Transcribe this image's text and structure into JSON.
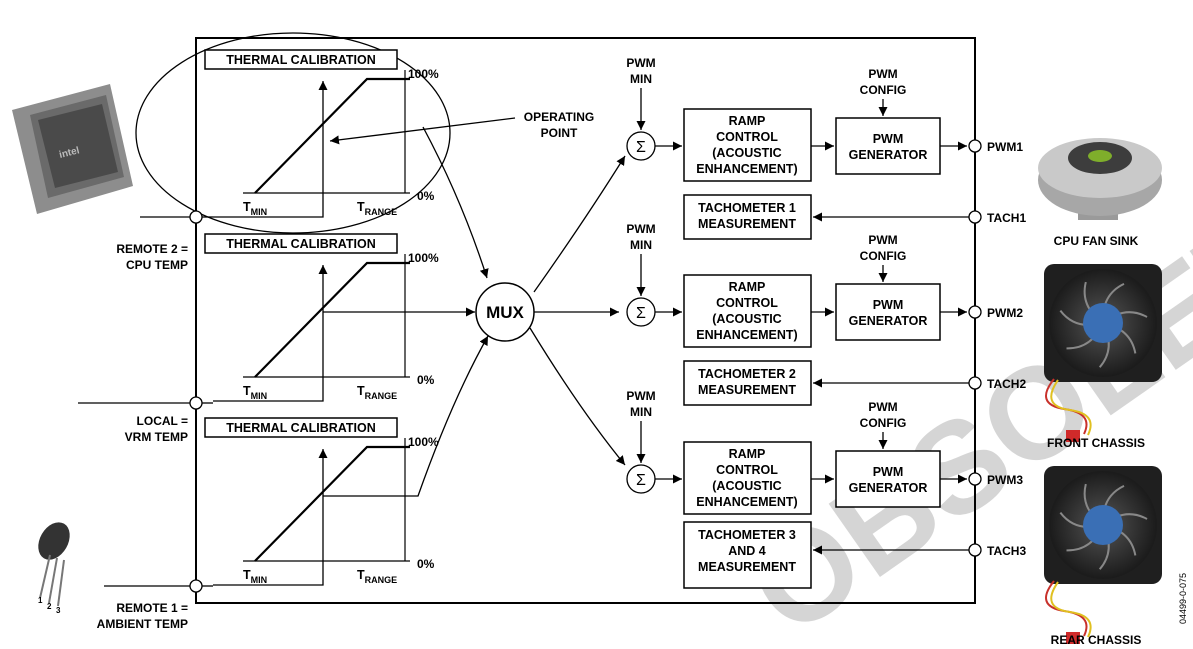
{
  "inputs": {
    "remote2": [
      "REMOTE 2 =",
      "CPU TEMP"
    ],
    "local": [
      "LOCAL =",
      "VRM TEMP"
    ],
    "remote1": [
      "REMOTE 1 =",
      "AMBIENT TEMP"
    ]
  },
  "thermal_calibration": {
    "title": "THERMAL CALIBRATION",
    "y_max": "100%",
    "y_min": "0%",
    "tmin": "T",
    "tmin_sub": "MIN",
    "trange": "T",
    "trange_sub": "RANGE"
  },
  "operating_point": [
    "OPERATING",
    "POINT"
  ],
  "mux": "MUX",
  "pwm_min": [
    "PWM",
    "MIN"
  ],
  "pwm_config": [
    "PWM",
    "CONFIG"
  ],
  "sum_symbol": "Σ",
  "ramp_control": [
    "RAMP",
    "CONTROL",
    "(ACOUSTIC",
    "ENHANCEMENT)"
  ],
  "pwm_generator": [
    "PWM",
    "GENERATOR"
  ],
  "tachometers": [
    [
      "TACHOMETER 1",
      "MEASUREMENT"
    ],
    [
      "TACHOMETER 2",
      "MEASUREMENT"
    ],
    [
      "TACHOMETER 3",
      "AND 4",
      "MEASUREMENT"
    ]
  ],
  "outputs": {
    "pwm": [
      "PWM1",
      "PWM2",
      "PWM3"
    ],
    "tach": [
      "TACH1",
      "TACH2",
      "TACH3"
    ]
  },
  "devices": [
    "CPU FAN SINK",
    "FRONT CHASSIS",
    "REAR CHASSIS"
  ],
  "figure_id": "04499-0-075",
  "watermark": "OBSOLETE"
}
